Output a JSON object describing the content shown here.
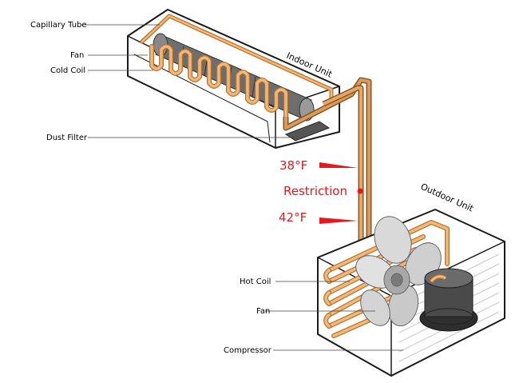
{
  "labels": {
    "capillary_tube": "Capillary Tube",
    "fan_indoor": "Fan",
    "cold_coil": "Cold Coil",
    "dust_filter": "Dust Filter",
    "indoor_unit": "Indoor Unit",
    "outdoor_unit": "Outdoor Unit",
    "hot_coil": "Hot Coil",
    "fan_outdoor": "Fan",
    "compressor": "Compressor"
  },
  "annotations": {
    "temp_top": "38°F",
    "restriction": "Restriction",
    "temp_bottom": "42°F"
  },
  "colors": {
    "pipe": "#f2b879",
    "pipe_dark": "#b8732f",
    "accent_red": "#e8171e",
    "fan_gray": "#8a8a8a",
    "compressor": "#4a4a4a"
  }
}
